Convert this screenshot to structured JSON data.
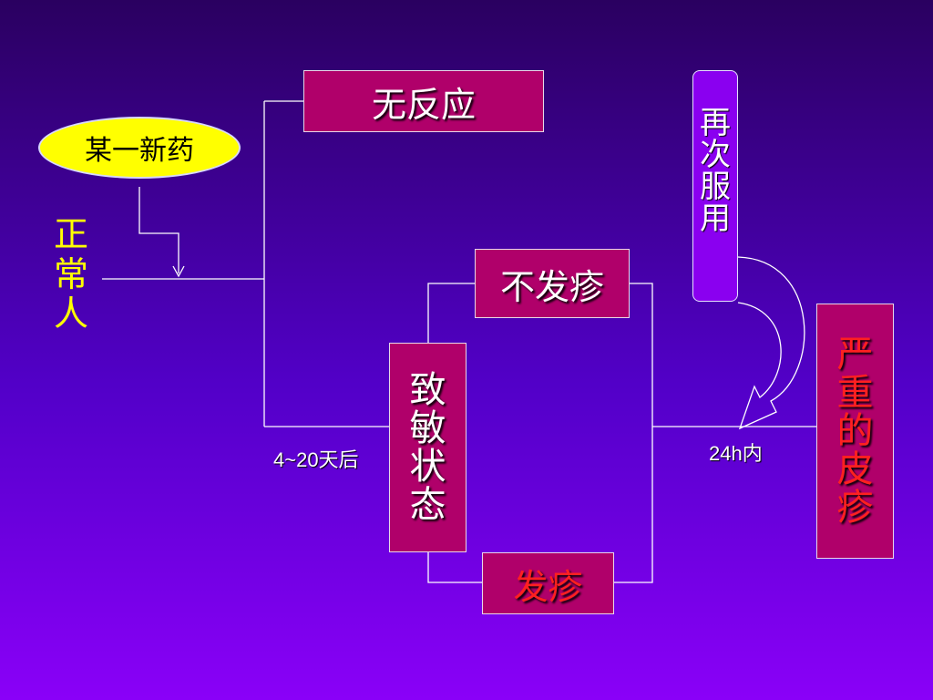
{
  "drug": "某一新药",
  "normal_person": [
    "正",
    "常",
    "人"
  ],
  "no_reaction": "无反应",
  "no_rash": "不发疹",
  "sensitized": [
    "致",
    "敏",
    "状",
    "态"
  ],
  "rash": "发疹",
  "again_taken": [
    "再",
    "次",
    "服",
    "用"
  ],
  "severe_rash": [
    "严",
    "重",
    "的",
    "皮",
    "疹"
  ],
  "time_label_1": "4~20天后",
  "time_label_2": "24h内",
  "colors": {
    "box_fill": "#b0006a",
    "accent_yellow": "#ffff00",
    "severe_text": "#ff2020",
    "again_fill": "#8a00f0"
  }
}
